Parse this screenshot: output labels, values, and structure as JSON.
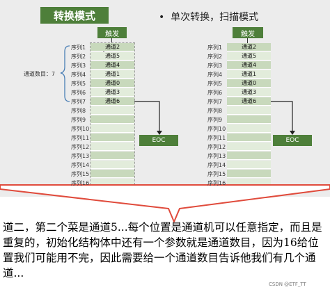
{
  "title": "转换模式",
  "subtitle_bullet": "•",
  "subtitle": "单次转换，扫描模式",
  "trigger_label": "触发",
  "eoc_label": "EOC",
  "channel_count_label": "通道数目：7",
  "row_labels": [
    "序列1",
    "序列2",
    "序列3",
    "序列4",
    "序列5",
    "序列6",
    "序列7",
    "序列8",
    "序列9",
    "序列10",
    "序列11",
    "序列12",
    "序列13",
    "序列14",
    "序列15",
    "序列16"
  ],
  "left_channels": [
    "通道2",
    "通道5",
    "通道4",
    "通道1",
    "通道0",
    "通道3",
    "通道6",
    "",
    "",
    "",
    "",
    "",
    "",
    "",
    "",
    ""
  ],
  "right_channels": [
    "通道2",
    "通道5",
    "通道4",
    "通道1",
    "通道0",
    "通道3",
    "通道6",
    "",
    "",
    "",
    "",
    "",
    "",
    "",
    "",
    ""
  ],
  "annotation_text": "道二，第二个菜是通道5...每个位置是通道机可以任意指定，而且是重复的，初始化结构体中还有一个参数就是通道数目，因为16给位置我们可能用不完，因此需要给一个通道数目告诉他我们有几个通道...",
  "watermark": "CSDN @ETF_TT",
  "colors": {
    "accent_green": "#4e7f3a",
    "cell_dark": "#c8d9bc",
    "cell_light": "#e2ecdb",
    "callout_red": "#e04b3c",
    "brace_blue": "#4a7fb5"
  }
}
